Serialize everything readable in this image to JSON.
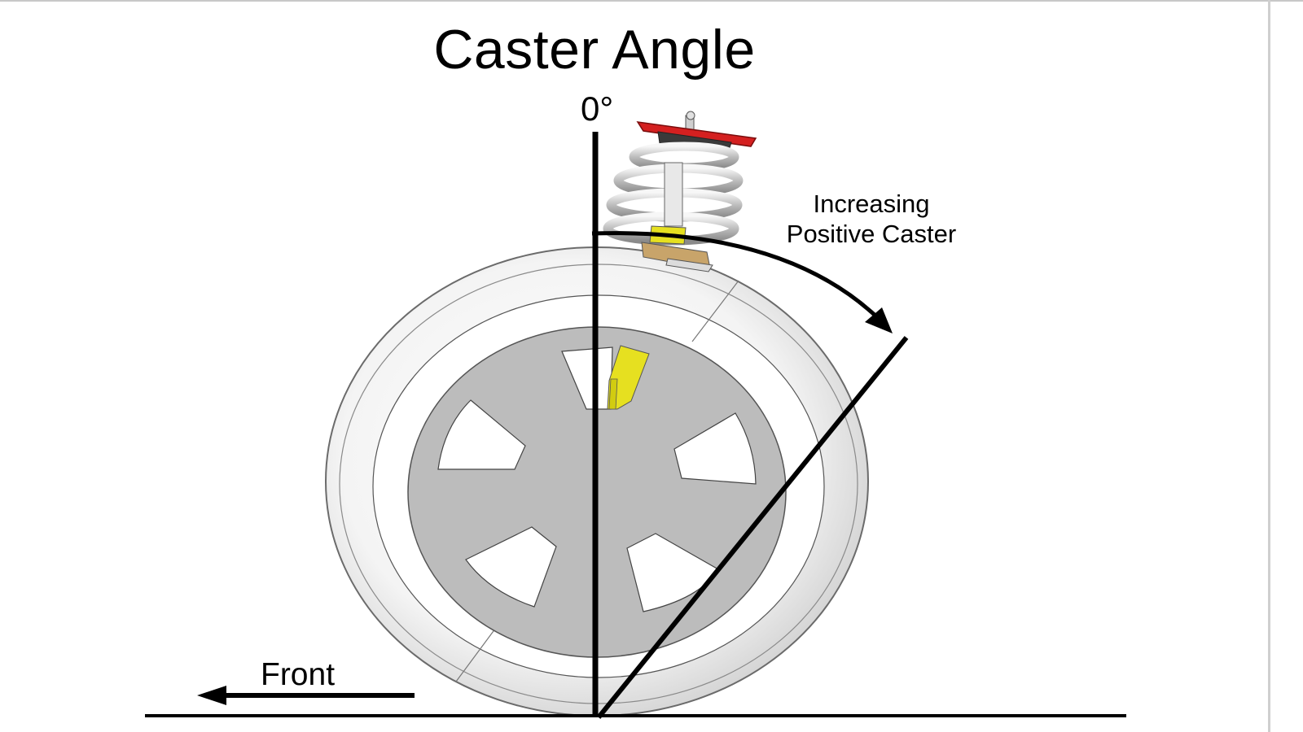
{
  "diagram": {
    "title": "Caster Angle",
    "zero_label": "0°",
    "caster_label_line1": "Increasing",
    "caster_label_line2": "Positive Caster",
    "front_label": "Front"
  },
  "colors": {
    "tire": "#f2f2f2",
    "rim": "#bdbdbd",
    "spring": "#d9d9d9",
    "mount_plate": "#d42020",
    "yellow_part": "#e6e020",
    "lines": "#000000"
  },
  "icons": {
    "front_arrow": "arrow-left-icon",
    "caster_arrow": "curved-arrow-icon"
  }
}
